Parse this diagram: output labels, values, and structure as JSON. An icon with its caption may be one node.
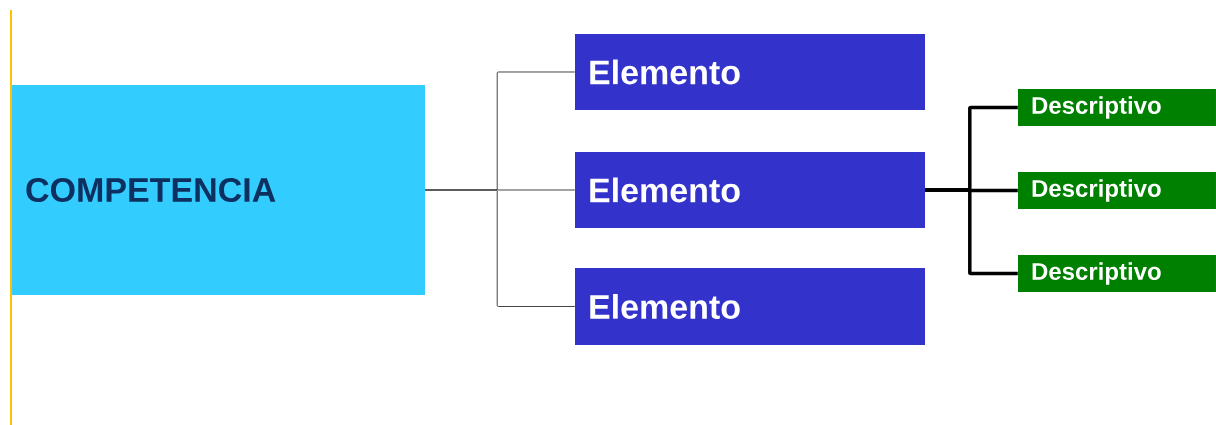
{
  "diagram": {
    "nodes": [
      {
        "text": [
          "COMPETENCIA"
        ]
      },
      {
        "text": [
          "Elemento"
        ]
      },
      {
        "text": [
          "Elemento"
        ]
      },
      {
        "text": [
          "Elemento"
        ]
      },
      {
        "text": [
          "Descriptivo"
        ]
      },
      {
        "text": [
          "Descriptivo"
        ]
      },
      {
        "text": [
          "Descriptivo"
        ]
      }
    ],
    "edges": [
      {
        "from": 0,
        "to": 1,
        "arrow": "none"
      },
      {
        "from": 0,
        "to": 2,
        "arrow": "none"
      },
      {
        "from": 0,
        "to": 3,
        "arrow": "none"
      },
      {
        "from": 2,
        "to": 4,
        "arrow": "none",
        "style": "thick"
      },
      {
        "from": 2,
        "to": 5,
        "arrow": "none",
        "style": "thick"
      },
      {
        "from": 2,
        "to": 6,
        "arrow": "none",
        "style": "thick"
      }
    ]
  }
}
